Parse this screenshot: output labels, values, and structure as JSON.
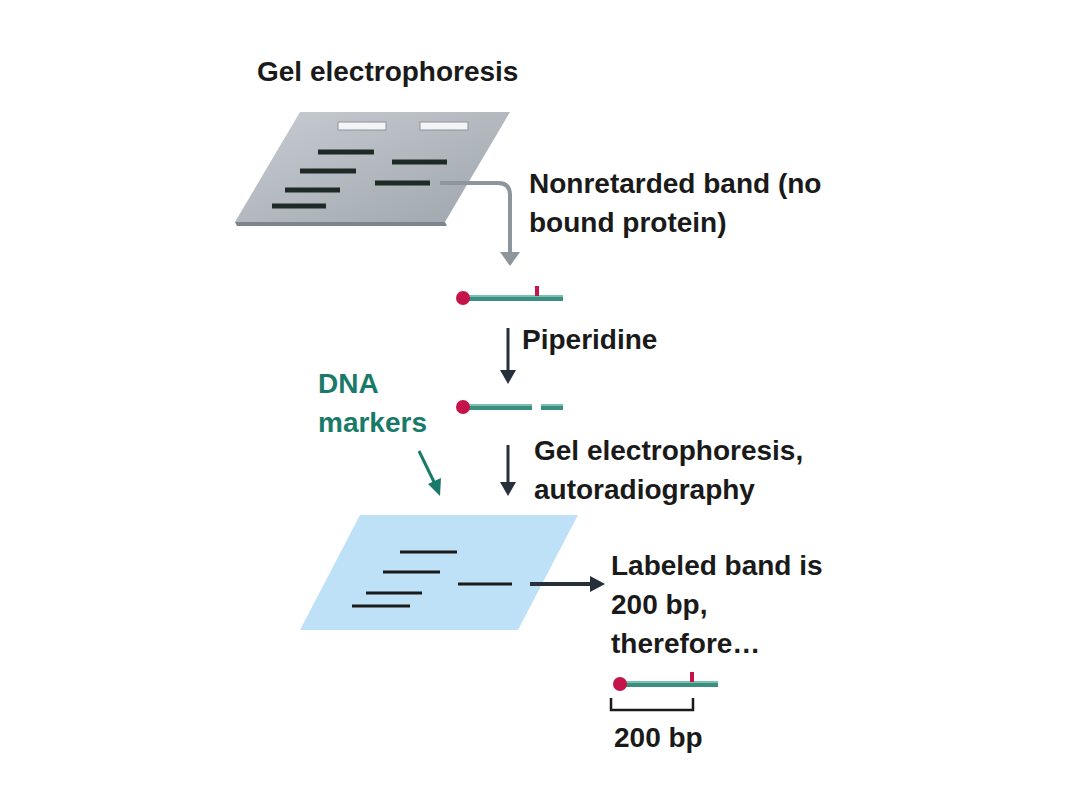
{
  "diagram": {
    "labels": [
      "Gel electrophoresis",
      "Nonretarded band (no bound protein)",
      "Piperidine",
      "DNA markers",
      "Gel electrophoresis, autoradiography",
      "Labeled band is 200 bp, therefore…",
      "200 bp"
    ]
  }
}
